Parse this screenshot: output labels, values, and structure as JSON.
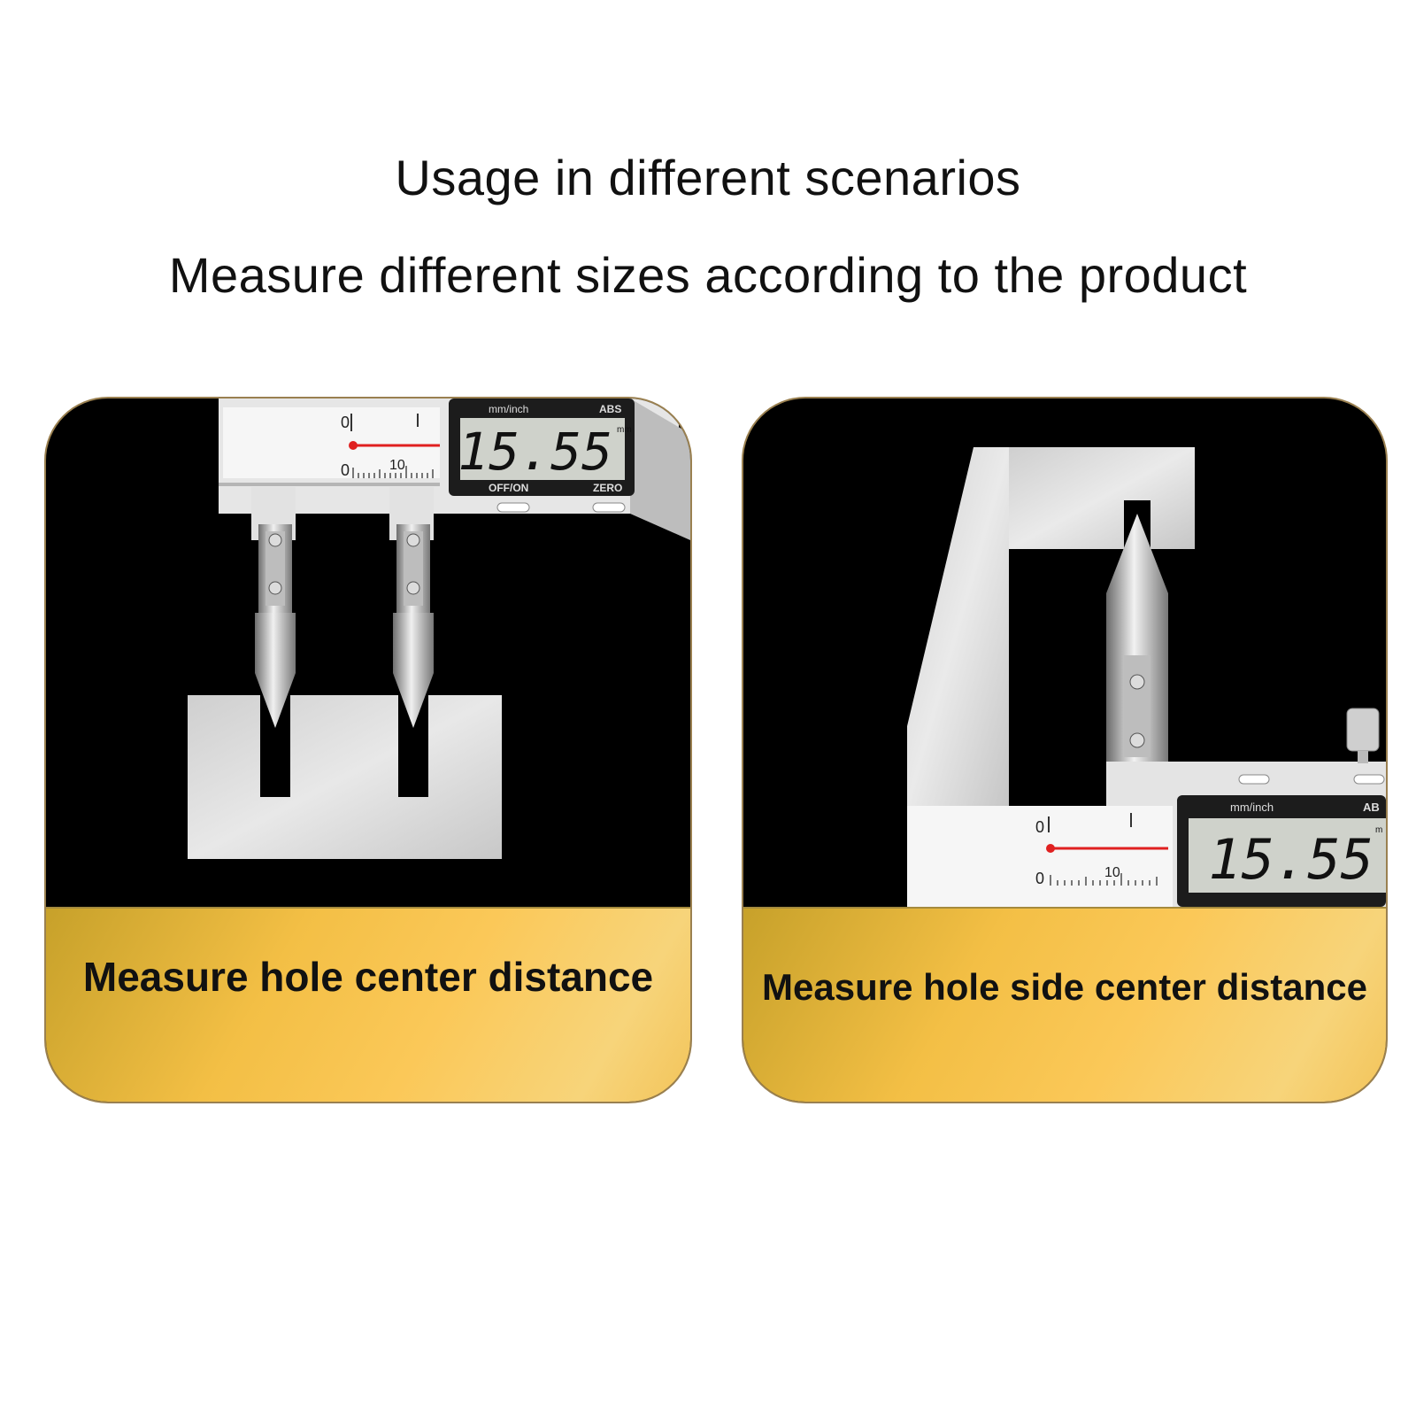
{
  "headings": {
    "line1": "Usage in different scenarios",
    "line2": "Measure different sizes according to the product"
  },
  "cards": [
    {
      "caption": "Measure hole center distance",
      "display": {
        "unit_label": "mm/inch",
        "mode_label": "ABS",
        "reading": "15.55",
        "unit_small": "mm",
        "btn_left": "OFF/ON",
        "btn_right": "ZERO"
      },
      "scale": {
        "zero_top": "0",
        "zero_bottom": "0",
        "ten": "10"
      }
    },
    {
      "caption": "Measure hole side center distance",
      "display": {
        "unit_label": "mm/inch",
        "mode_label": "AB",
        "reading": "15.55",
        "unit_small": "m"
      },
      "scale": {
        "zero_top": "0",
        "zero_bottom": "0",
        "ten": "10"
      }
    }
  ],
  "colors": {
    "gold": "#f3bf45",
    "panel": "#000000",
    "steel": "#d9d9d9",
    "indicator": "#e02020"
  }
}
